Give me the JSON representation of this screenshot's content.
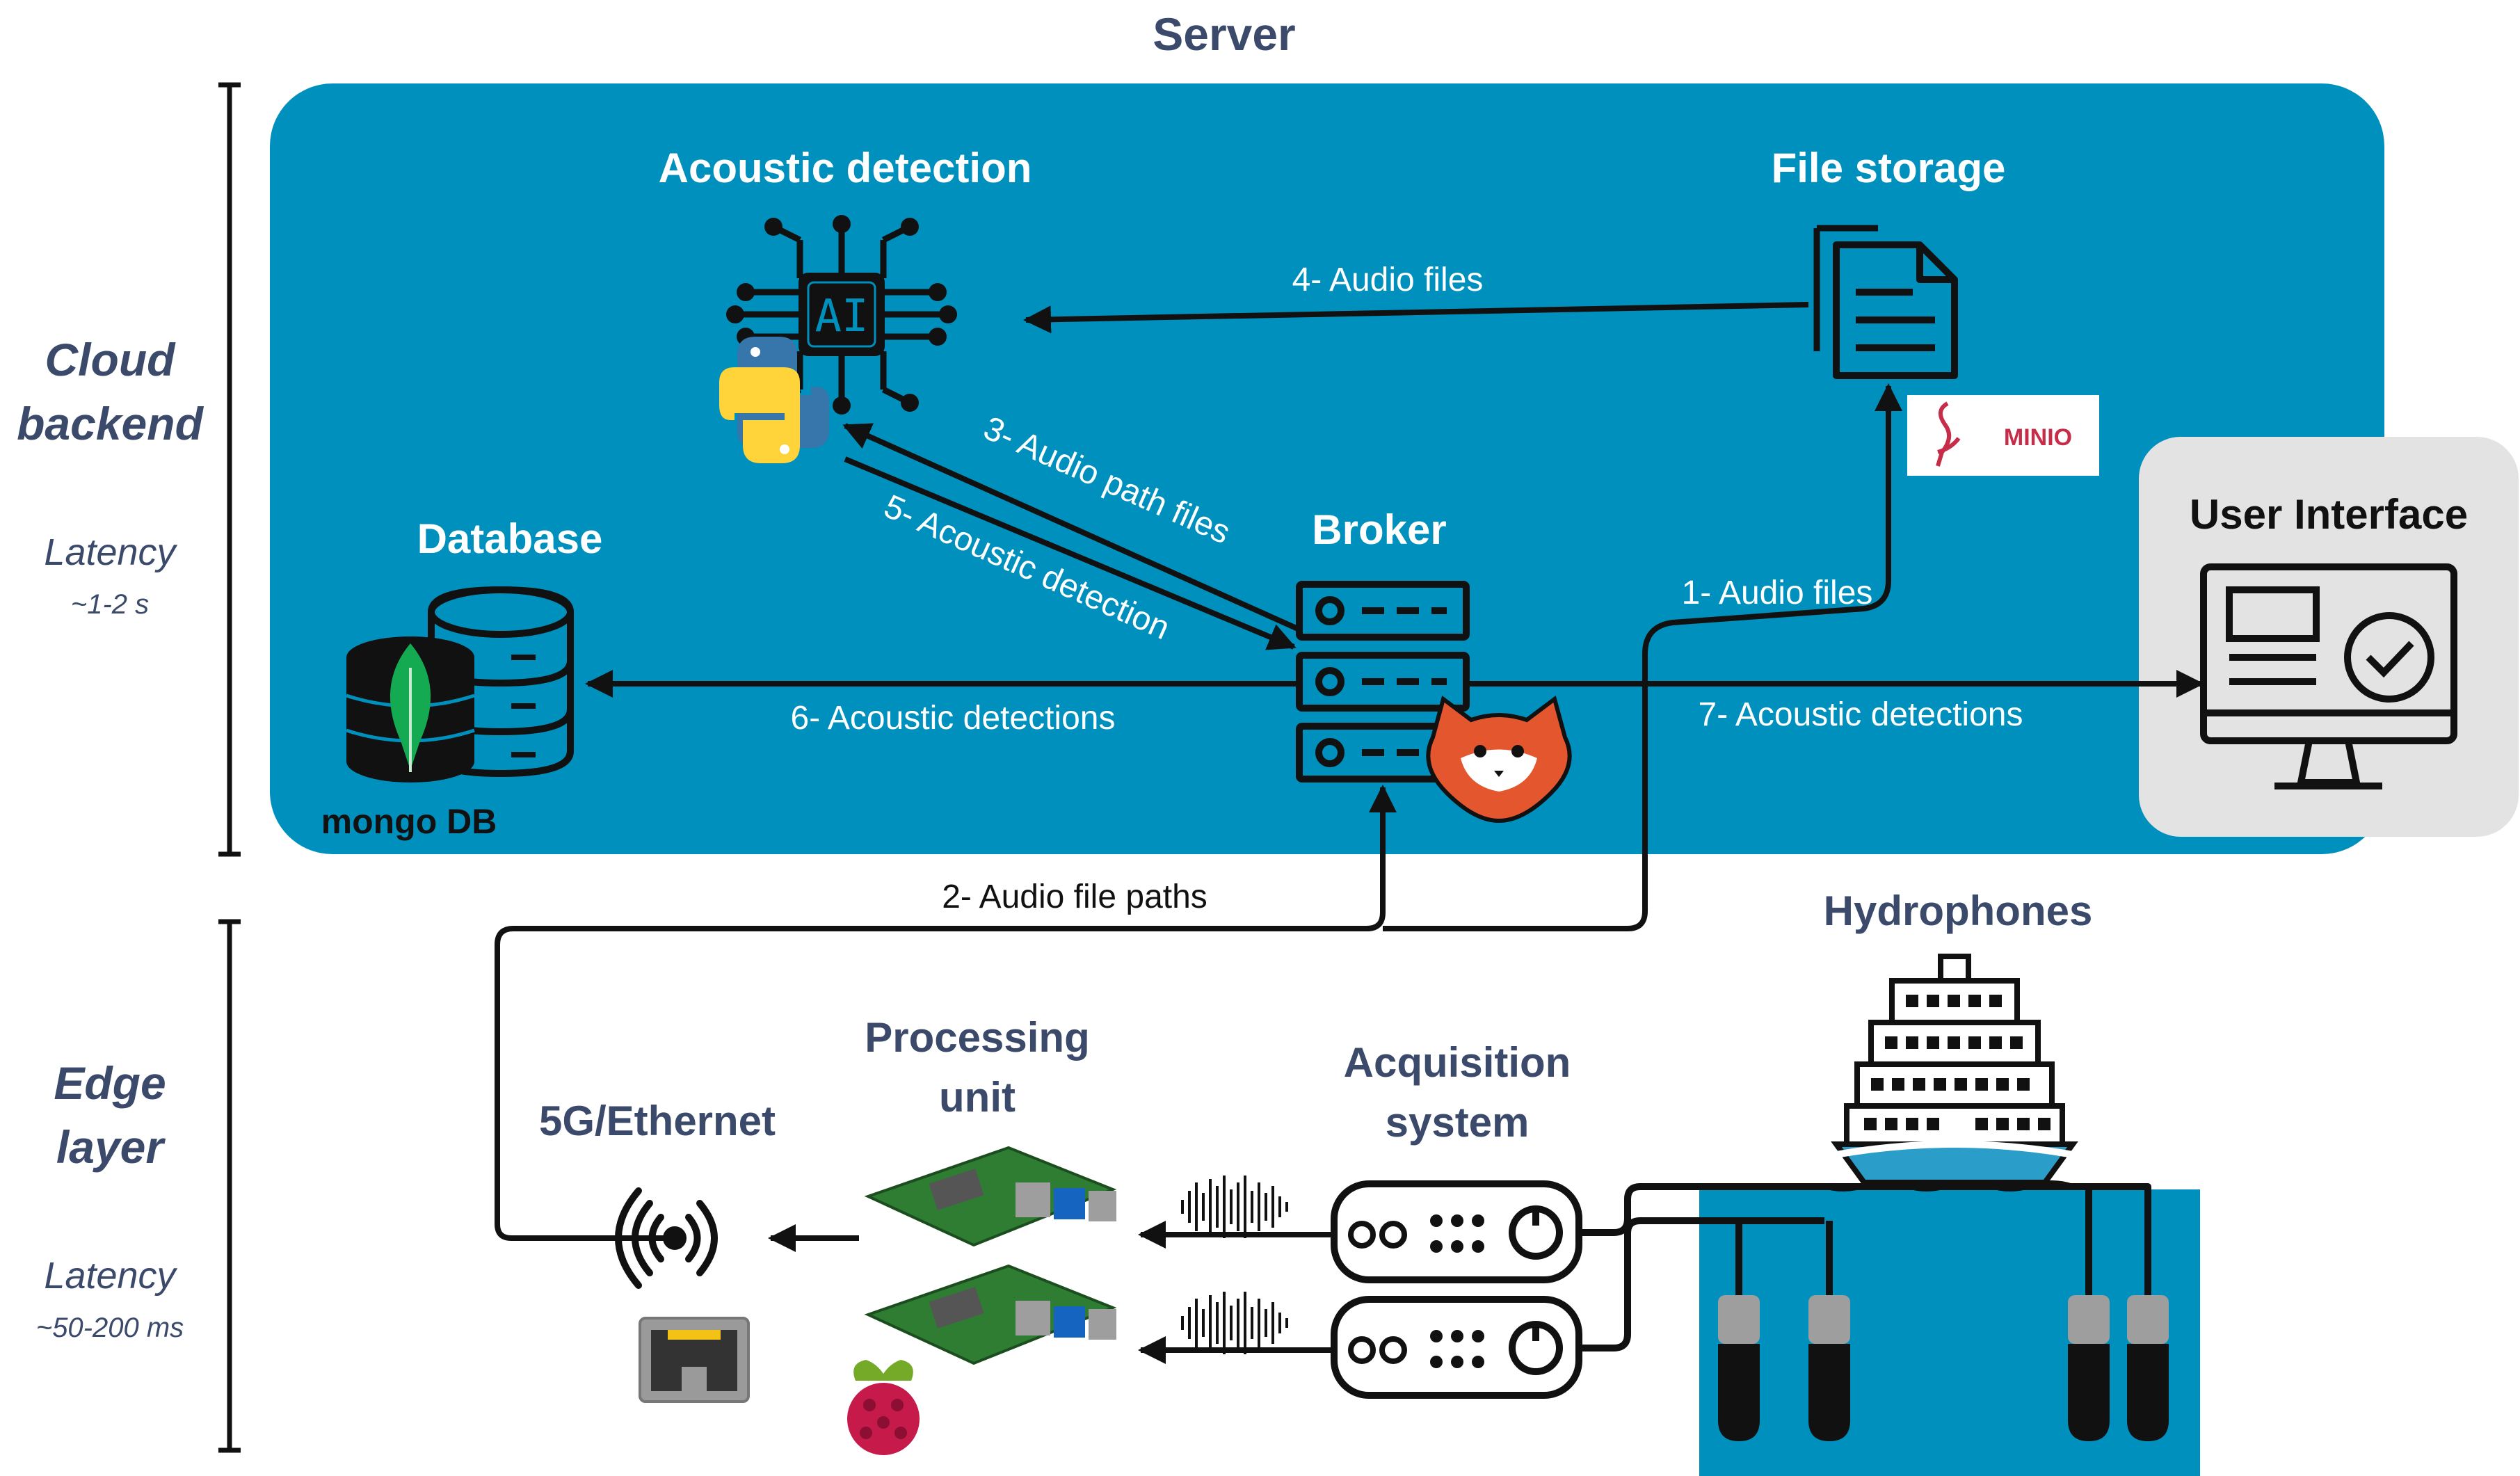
{
  "server": {
    "title": "Server"
  },
  "layers": {
    "cloud": {
      "title_line1": "Cloud",
      "title_line2": "backend",
      "latency_label": "Latency",
      "latency_value": "~1-2 s"
    },
    "edge": {
      "title_line1": "Edge",
      "title_line2": "layer",
      "latency_label": "Latency",
      "latency_value": "~50-200 ms"
    }
  },
  "components": {
    "acoustic_detection": "Acoustic detection",
    "file_storage": "File storage",
    "database": "Database",
    "broker": "Broker",
    "user_interface": "User Interface",
    "hydrophones": "Hydrophones",
    "processing_unit_line1": "Processing",
    "processing_unit_line2": "unit",
    "acquisition_line1": "Acquisition",
    "acquisition_line2": "system",
    "network": "5G/Ethernet"
  },
  "logos": {
    "ai_chip": "AI",
    "minio": "MINIO",
    "mongodb": "mongo DB"
  },
  "flows": {
    "f1": "1- Audio files",
    "f2": "2- Audio file paths",
    "f3": "3- Audio path files",
    "f4": "4- Audio files",
    "f5": "5- Acoustic detection",
    "f6": "6- Acoustic detections",
    "f7": "7- Acoustic detections"
  },
  "colors": {
    "cloud_panel": "#0090bd",
    "ui_panel": "#e3e3e3",
    "title_text": "#3b4a6b",
    "water": "#0090bd",
    "mongodb_leaf": "#13aa52",
    "redis_fox": "#e4572e",
    "minio_red": "#c72c48",
    "python_blue": "#3776ab",
    "python_yellow": "#ffd43b",
    "raspberry": "#c51a4a"
  }
}
